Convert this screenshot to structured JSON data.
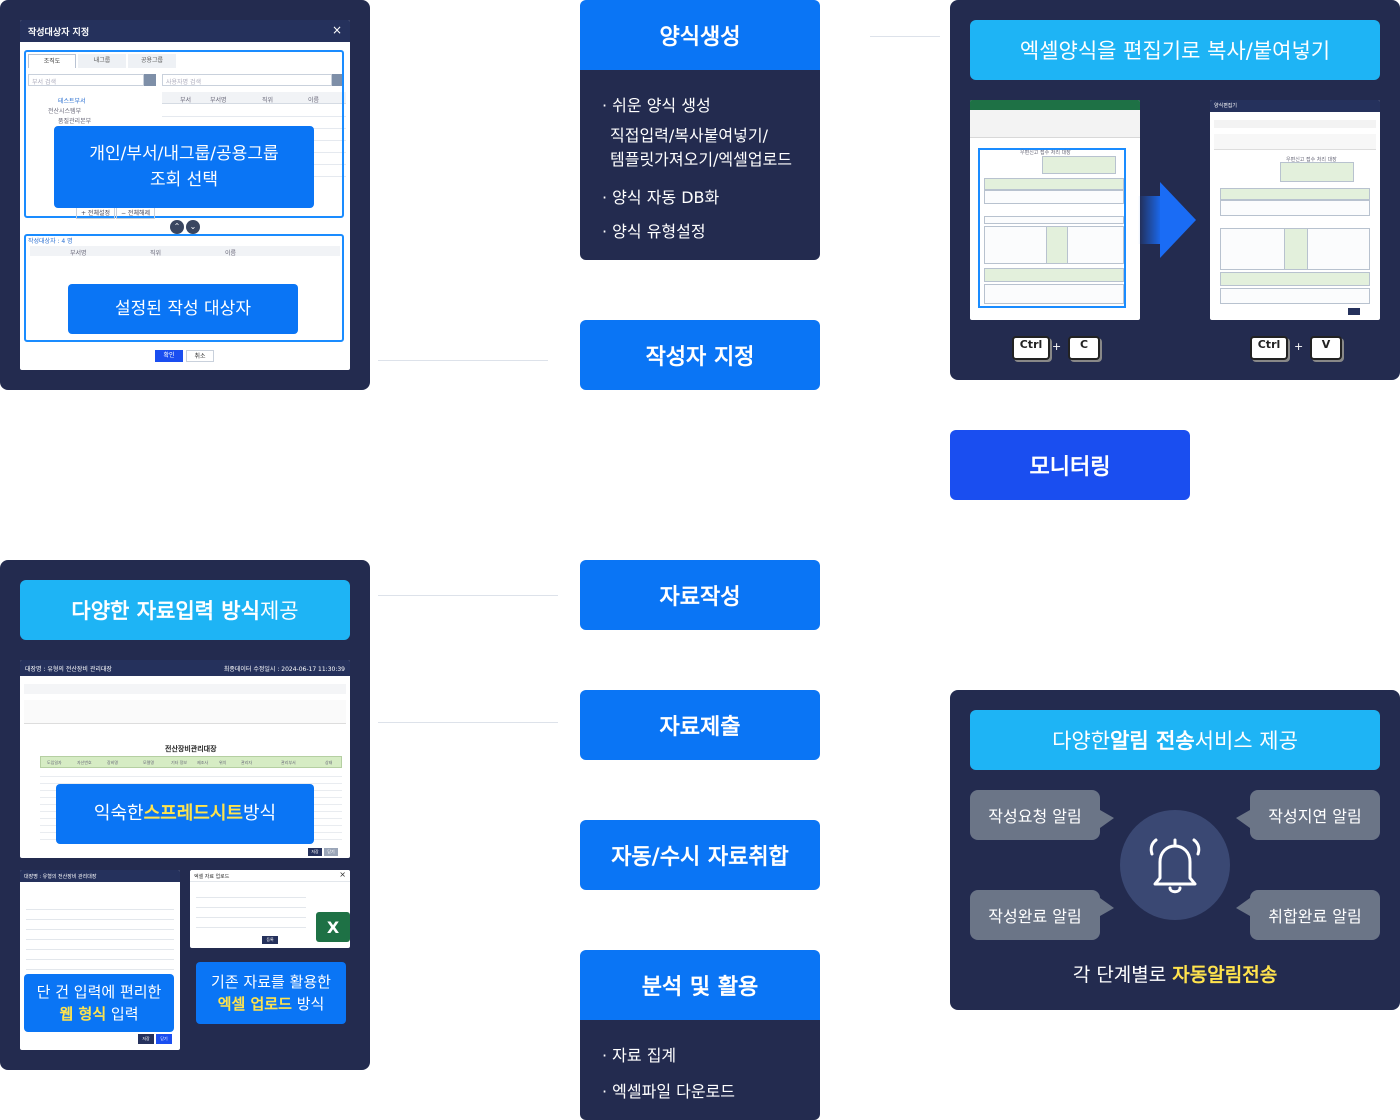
{
  "steps": {
    "form_create": {
      "title": "양식생성",
      "bullets": [
        "쉬운 양식 생성",
        "양식 자동 DB화",
        "양식 유형설정"
      ],
      "sub": "직접입력/복사붙여넣기/\n템플릿가져오기/엑셀업로드"
    },
    "author_assign": {
      "title": "작성자 지정"
    },
    "monitoring": {
      "title": "모니터링"
    },
    "data_write": {
      "title": "자료작성"
    },
    "data_submit": {
      "title": "자료제출"
    },
    "data_collect": {
      "title": "자동/수시 자료취합"
    },
    "analysis": {
      "title": "분석 및 활용",
      "bullets": [
        "자료 집계",
        "엑셀파일 다운로드"
      ]
    }
  },
  "assign_panel": {
    "dialog_title": "작성대상자 지정",
    "tabs": [
      "조직도",
      "내그룹",
      "공용그룹"
    ],
    "search_placeholder": "부서 검색",
    "search_placeholder2": "사용자명 검색",
    "tree": [
      "테스트부서",
      "전산시스템부",
      "품질관리본부"
    ],
    "columns": [
      "부서",
      "부서명",
      "직위",
      "이름"
    ],
    "columns2": [
      "부서명",
      "직위",
      "이름"
    ],
    "callout_select": "개인/부서/내그룹/공용그룹\n조회 선택",
    "callout_assigned": "설정된 작성 대상자",
    "btn_all_select": "+ 전체설정",
    "btn_all_clear": "− 전체해제",
    "lower_label": "작성대상자 : 4 명",
    "confirm": "확인",
    "cancel": "취소"
  },
  "excel_panel": {
    "title": "엑셀양식을 편집기로 복사/붙여넣기",
    "key_ctrl": "Ctrl",
    "key_c": "C",
    "key_v": "V",
    "plus": "+",
    "sheet_title": "우편신고 접수 처리 대장",
    "editor_title": "양식편집기"
  },
  "input_panel": {
    "title_bold": "다양한 자료입력 방식",
    "title_rest": " 제공",
    "sheet_header_left": "대장명 : 유형의 전산장비 관리대장",
    "sheet_header_right": "최종데이터 수정일시 : 2024-06-17 11:30:39",
    "sheet_title": "전산장비관리대장",
    "sheet_columns": [
      "도입일자",
      "자산번호",
      "장비명",
      "모델명",
      "기타 정보",
      "제조사",
      "위치",
      "관리자",
      "관리부서",
      "상태"
    ],
    "spread_pre": "익숙한 ",
    "spread_bold": "스프레드시트",
    "spread_post": " 방식",
    "web_header": "대장명 : 유형의 전산장비 관리대장",
    "upload_header": "엑셀 자료 업로드",
    "web_line1": "단 건 입력에 편리한",
    "web_bold": "웹 형식",
    "web_line2_post": " 입력",
    "upload_line1": "기존 자료를 활용한",
    "upload_bold": "엑셀 업로드",
    "upload_line2_post": " 방식",
    "save": "저장",
    "close": "닫기",
    "upload_btn": "등록"
  },
  "alert_panel": {
    "title_pre": "다양한 ",
    "title_bold": "알림 전송",
    "title_post": " 서비스 제공",
    "items": [
      "작성요청 알림",
      "작성지연 알림",
      "작성완료 알림",
      "취합완료 알림"
    ],
    "footer_pre": "각 단계별로 ",
    "footer_bold": "자동알림전송"
  },
  "colors": {
    "panel": "#232b4f",
    "step_blue": "#0a75f5",
    "monitor_blue": "#1a4ef0",
    "cyan": "#1eb4f5",
    "highlight_yellow": "#ffe34d",
    "pill_gray": "#6b7587"
  }
}
